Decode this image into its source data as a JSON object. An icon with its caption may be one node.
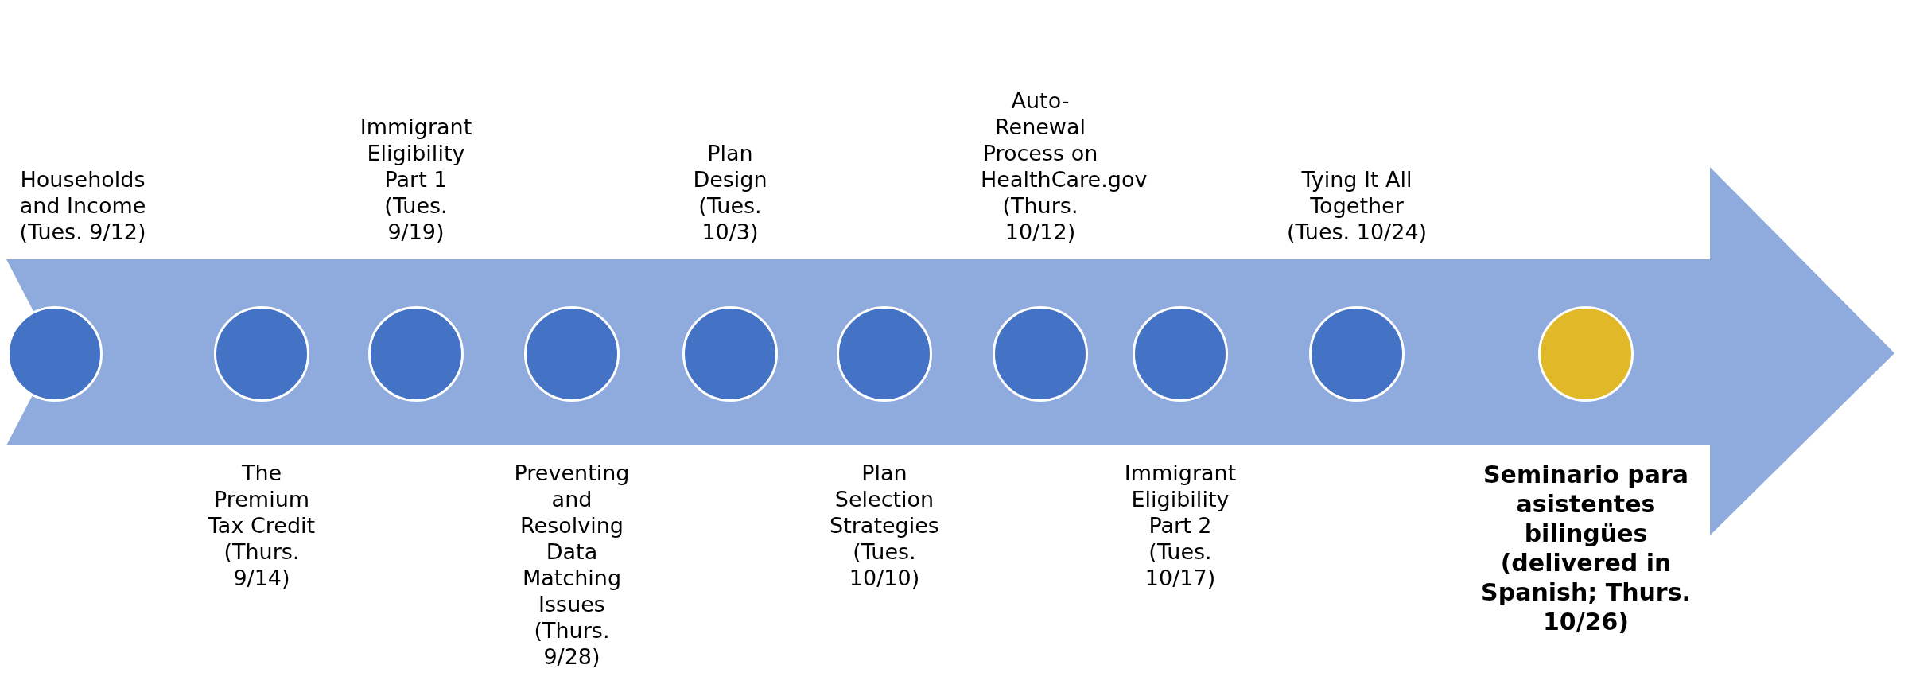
{
  "diagram": {
    "nodes": [
      {
        "text": [],
        "shape": "circle",
        "beside": [
          "Households and Income (Tues. 9/12)"
        ]
      },
      {
        "text": [],
        "shape": "circle",
        "beside": [
          "The Premium Tax Credit (Thurs. 9/14)"
        ]
      },
      {
        "text": [],
        "shape": "circle",
        "beside": [
          "Immigrant Eligibility Part 1 (Tues. 9/19)"
        ]
      },
      {
        "text": [],
        "shape": "circle",
        "beside": [
          "Preventing and Resolving Data Matching Issues (Thurs. 9/28)"
        ]
      },
      {
        "text": [],
        "shape": "circle",
        "beside": [
          "Plan Design (Tues. 10/3)"
        ]
      },
      {
        "text": [],
        "shape": "circle",
        "beside": [
          "Plan Selection Strategies (Tues. 10/10)"
        ]
      },
      {
        "text": [],
        "shape": "circle",
        "beside": [
          "Auto-Renewal Process on HealthCare.gov (Thurs. 10/12)"
        ]
      },
      {
        "text": [],
        "shape": "circle",
        "beside": [
          "Immigrant Eligibility Part 2 (Tues. 10/17)"
        ]
      },
      {
        "text": [],
        "shape": "circle",
        "beside": [
          "Tying It All Together (Tues. 10/24)"
        ]
      },
      {
        "text": [],
        "shape": "circle",
        "beside": [
          "Seminario para asistentes bilingües (delivered in Spanish; Thurs. 10/26)"
        ]
      }
    ]
  }
}
